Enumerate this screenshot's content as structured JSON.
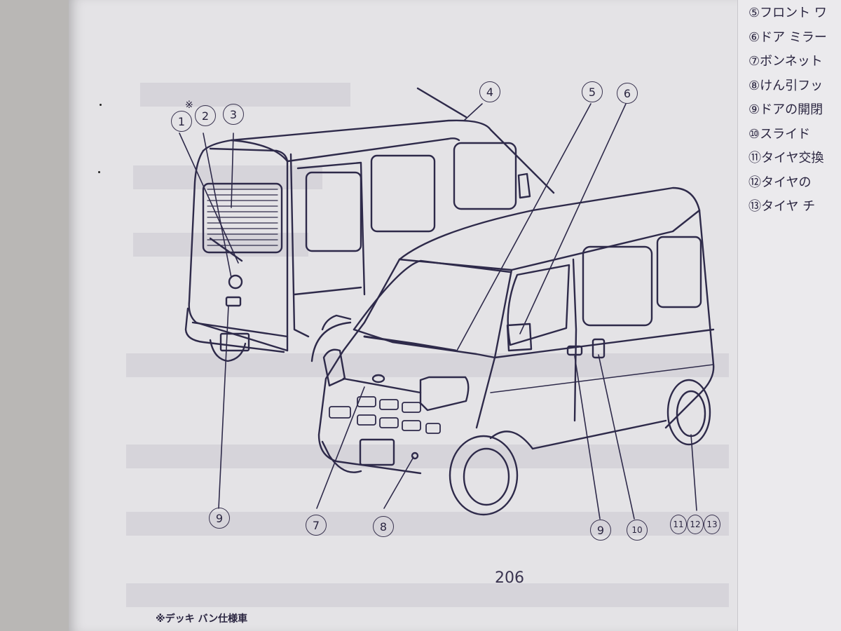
{
  "legend": {
    "items": [
      "⑤フロント ワ",
      "⑥ドア ミラー",
      "⑦ボンネット",
      "⑧けん引フッ",
      "⑨ドアの開閉",
      "⑩スライド",
      "⑪タイヤ交換",
      "⑫タイヤの",
      "⑬タイヤ チ"
    ]
  },
  "callouts": {
    "c1": "1",
    "c2": "2",
    "c3": "3",
    "c4": "4",
    "c5": "5",
    "c6": "6",
    "c7": "7",
    "c8": "8",
    "c9a": "9",
    "c9b": "9",
    "c10": "10",
    "c11": "11",
    "c12": "12",
    "c13": "13"
  },
  "asterisk": "※",
  "footnote": "※デッキ バン仕様車",
  "page_number": "206",
  "colors": {
    "ink": "#2a2540",
    "paper": "#e4e3e6",
    "background": "#b9b7b5"
  }
}
